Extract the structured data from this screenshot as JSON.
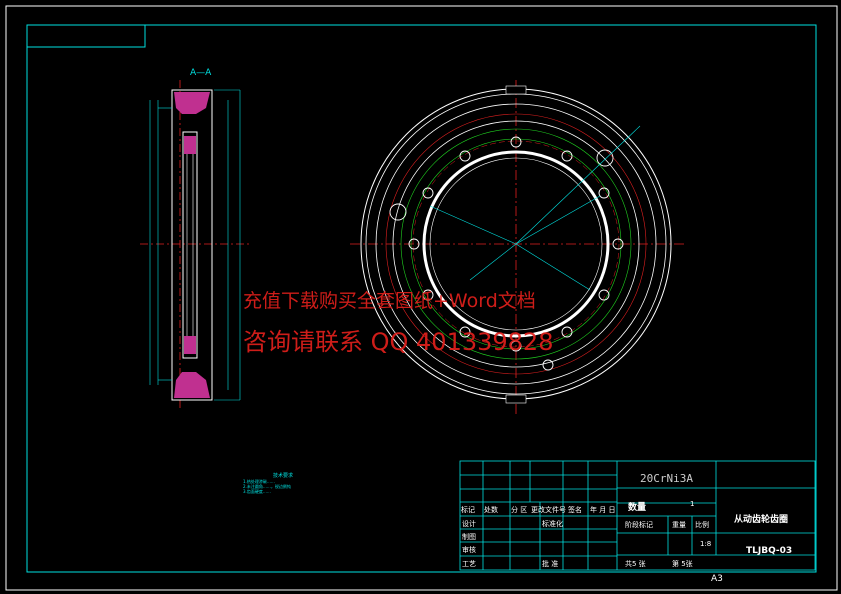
{
  "section_label": "A—A",
  "watermark": {
    "line1": "充值下载购买全套图纸+Word文档",
    "line2": "咨询请联系  QQ 401339828"
  },
  "notes": {
    "title": "技术要求",
    "lines": [
      "1.热处理渗碳……",
      "2.未注圆角……，锐边倒钝",
      "3.齿面硬度……"
    ]
  },
  "title_block": {
    "material": "20CrNi3A",
    "part_name": "从动齿轮齿圈",
    "drawing_no": "TLJBQ-03",
    "quantity_label": "数量",
    "quantity_value": "1",
    "stage_label": "阶段标记",
    "weight_label": "重量",
    "scale_label": "比例",
    "scale_value": "1:8",
    "sheets_total": "共5 张",
    "sheet_no": "第 5张",
    "revision_headers": [
      "标记",
      "处数",
      "分 区",
      "更改文件号",
      "签名",
      "年 月 日"
    ],
    "roles": [
      "设计",
      "制图",
      "审核",
      "工艺"
    ],
    "std_label": "标准化",
    "approve_label": "批 准",
    "paper_size": "A3"
  },
  "colors": {
    "frame": "#00e0e0",
    "outline": "#ffffff",
    "center": "#e02020",
    "pitch": "#20d020",
    "hatch": "#c03090"
  }
}
